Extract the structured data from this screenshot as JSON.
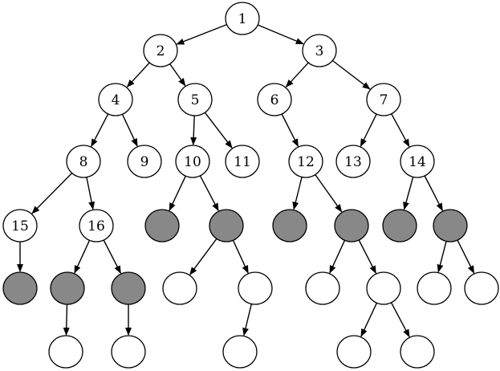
{
  "diagram": {
    "colors": {
      "background": "#ffffff",
      "stroke": "#000000",
      "open_node_fill": "#ffffff",
      "shaded_node_fill": "#888888"
    },
    "nodes": [
      {
        "id": "n1",
        "label": "1",
        "shaded": false
      },
      {
        "id": "n2",
        "label": "2",
        "shaded": false
      },
      {
        "id": "n3",
        "label": "3",
        "shaded": false
      },
      {
        "id": "n4",
        "label": "4",
        "shaded": false
      },
      {
        "id": "n5",
        "label": "5",
        "shaded": false
      },
      {
        "id": "n6",
        "label": "6",
        "shaded": false
      },
      {
        "id": "n7",
        "label": "7",
        "shaded": false
      },
      {
        "id": "n8",
        "label": "8",
        "shaded": false
      },
      {
        "id": "n9",
        "label": "9",
        "shaded": false
      },
      {
        "id": "n10",
        "label": "10",
        "shaded": false
      },
      {
        "id": "n11",
        "label": "11",
        "shaded": false
      },
      {
        "id": "n12",
        "label": "12",
        "shaded": false
      },
      {
        "id": "n13",
        "label": "13",
        "shaded": false
      },
      {
        "id": "n14",
        "label": "14",
        "shaded": false
      },
      {
        "id": "n15",
        "label": "15",
        "shaded": false
      },
      {
        "id": "n16",
        "label": "16",
        "shaded": false
      },
      {
        "id": "g10a",
        "label": "",
        "shaded": true
      },
      {
        "id": "g10b",
        "label": "",
        "shaded": true
      },
      {
        "id": "g12a",
        "label": "",
        "shaded": true
      },
      {
        "id": "g12b",
        "label": "",
        "shaded": true
      },
      {
        "id": "g14a",
        "label": "",
        "shaded": true
      },
      {
        "id": "g14b",
        "label": "",
        "shaded": true
      },
      {
        "id": "g15",
        "label": "",
        "shaded": true
      },
      {
        "id": "g16a",
        "label": "",
        "shaded": true
      },
      {
        "id": "g16b",
        "label": "",
        "shaded": true
      },
      {
        "id": "w10a",
        "label": "",
        "shaded": false
      },
      {
        "id": "w10b",
        "label": "",
        "shaded": false
      },
      {
        "id": "w10c",
        "label": "",
        "shaded": false
      },
      {
        "id": "w12a",
        "label": "",
        "shaded": false
      },
      {
        "id": "w12b",
        "label": "",
        "shaded": false
      },
      {
        "id": "w12c",
        "label": "",
        "shaded": false
      },
      {
        "id": "w12d",
        "label": "",
        "shaded": false
      },
      {
        "id": "w14a",
        "label": "",
        "shaded": false
      },
      {
        "id": "w14b",
        "label": "",
        "shaded": false
      },
      {
        "id": "w16a",
        "label": "",
        "shaded": false
      },
      {
        "id": "w16b",
        "label": "",
        "shaded": false
      }
    ],
    "edges": [
      [
        "n1",
        "n2"
      ],
      [
        "n1",
        "n3"
      ],
      [
        "n2",
        "n4"
      ],
      [
        "n2",
        "n5"
      ],
      [
        "n3",
        "n6"
      ],
      [
        "n3",
        "n7"
      ],
      [
        "n4",
        "n8"
      ],
      [
        "n4",
        "n9"
      ],
      [
        "n5",
        "n10"
      ],
      [
        "n5",
        "n11"
      ],
      [
        "n6",
        "n12"
      ],
      [
        "n7",
        "n13"
      ],
      [
        "n7",
        "n14"
      ],
      [
        "n8",
        "n15"
      ],
      [
        "n8",
        "n16"
      ],
      [
        "n10",
        "g10a"
      ],
      [
        "n10",
        "g10b"
      ],
      [
        "n12",
        "g12a"
      ],
      [
        "n12",
        "g12b"
      ],
      [
        "n14",
        "g14a"
      ],
      [
        "n14",
        "g14b"
      ],
      [
        "n15",
        "g15"
      ],
      [
        "n16",
        "g16a"
      ],
      [
        "n16",
        "g16b"
      ],
      [
        "g16a",
        "w16a"
      ],
      [
        "g16b",
        "w16b"
      ],
      [
        "g10b",
        "w10a"
      ],
      [
        "g10b",
        "w10b"
      ],
      [
        "w10b",
        "w10c"
      ],
      [
        "g12b",
        "w12a"
      ],
      [
        "g12b",
        "w12b"
      ],
      [
        "w12b",
        "w12c"
      ],
      [
        "w12b",
        "w12d"
      ],
      [
        "g14b",
        "w14a"
      ],
      [
        "g14b",
        "w14b"
      ]
    ]
  }
}
